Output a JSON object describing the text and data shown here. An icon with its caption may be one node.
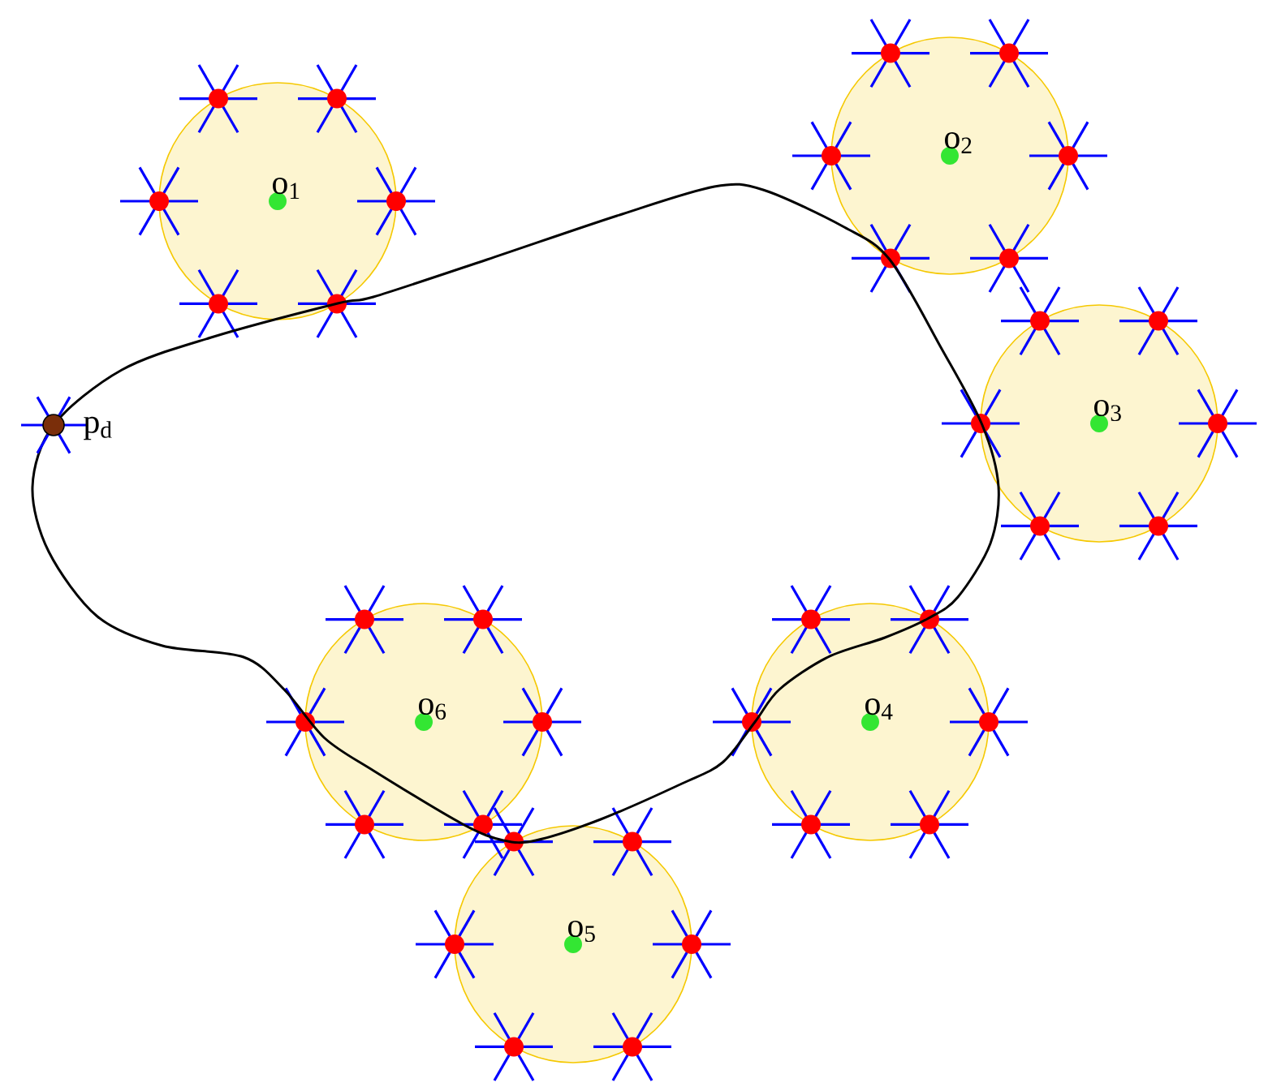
{
  "diagram": {
    "nodes": [
      {
        "text": [
          "o$_{1}$"
        ]
      },
      {
        "text": [
          "o$_{2}$"
        ]
      },
      {
        "text": [
          "o$_{3}$"
        ]
      },
      {
        "text": [
          "o$_{4}$"
        ]
      },
      {
        "text": [
          "o$_{5}$"
        ]
      },
      {
        "text": [
          "o$_{6}$"
        ]
      }
    ],
    "labels": [
      "p$_{d}$"
    ]
  }
}
